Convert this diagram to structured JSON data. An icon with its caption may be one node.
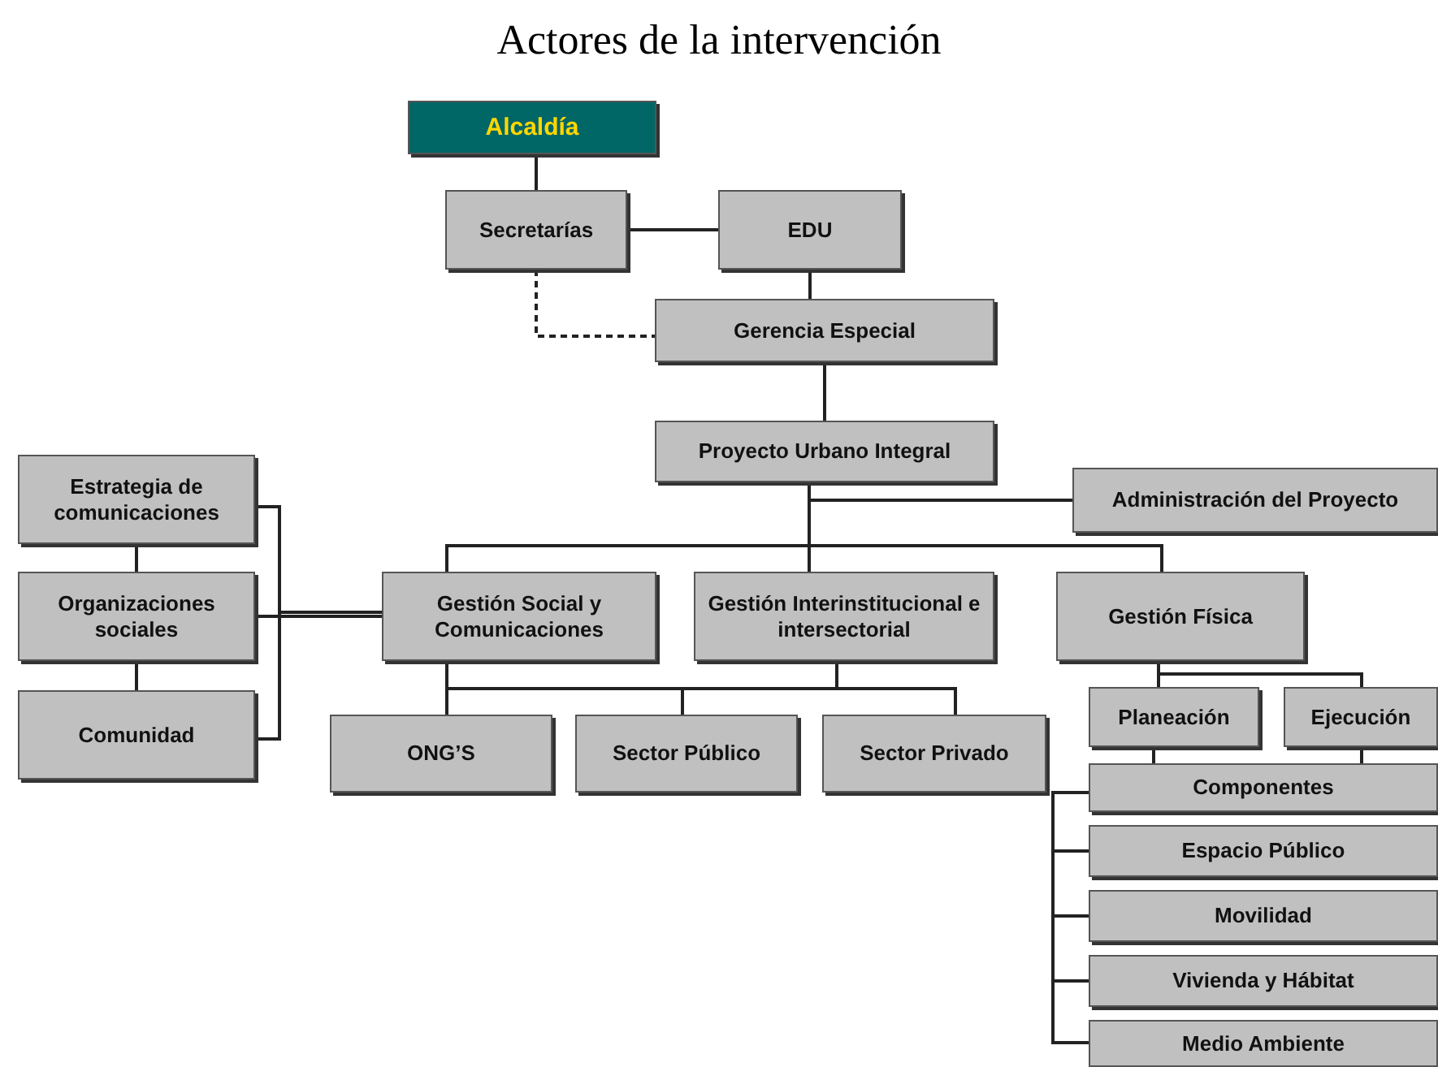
{
  "diagram": {
    "title": "Actores de la intervención",
    "nodes": [
      {
        "text": [
          "Alcaldía"
        ]
      },
      {
        "text": [
          "Secretarías"
        ]
      },
      {
        "text": [
          "EDU"
        ]
      },
      {
        "text": [
          "Gerencia Especial"
        ]
      },
      {
        "text": [
          "Proyecto Urbano Integral"
        ]
      },
      {
        "text": [
          "Administración del Proyecto"
        ]
      },
      {
        "text": [
          "Estrategia de comunicaciones"
        ]
      },
      {
        "text": [
          "Organizaciones sociales"
        ]
      },
      {
        "text": [
          "Comunidad"
        ]
      },
      {
        "text": [
          "Gestión Social y Comunicaciones"
        ]
      },
      {
        "text": [
          "Gestión Interinstitucional e intersectorial"
        ]
      },
      {
        "text": [
          "Gestión Física"
        ]
      },
      {
        "text": [
          "ONG’S"
        ]
      },
      {
        "text": [
          "Sector Público"
        ]
      },
      {
        "text": [
          "Sector Privado"
        ]
      },
      {
        "text": [
          "Planeación"
        ]
      },
      {
        "text": [
          "Ejecución"
        ]
      },
      {
        "text": [
          "Componentes"
        ]
      },
      {
        "text": [
          "Espacio Público"
        ]
      },
      {
        "text": [
          "Movilidad"
        ]
      },
      {
        "text": [
          "Vivienda y Hábitat"
        ]
      },
      {
        "text": [
          "Medio Ambiente"
        ]
      }
    ],
    "edges": [
      {
        "from": 0,
        "to": 1,
        "arrow": "none"
      },
      {
        "from": 1,
        "to": 2,
        "arrow": "none"
      },
      {
        "from": 2,
        "to": 3,
        "arrow": "none"
      },
      {
        "from": 1,
        "to": 3,
        "arrow": "none",
        "style": "dashed"
      },
      {
        "from": 3,
        "to": 4,
        "arrow": "none"
      },
      {
        "from": 4,
        "to": 5,
        "arrow": "none"
      },
      {
        "from": 4,
        "to": 9,
        "arrow": "none"
      },
      {
        "from": 4,
        "to": 10,
        "arrow": "none"
      },
      {
        "from": 4,
        "to": 11,
        "arrow": "none"
      },
      {
        "from": 6,
        "to": 9,
        "arrow": "none"
      },
      {
        "from": 7,
        "to": 9,
        "arrow": "none"
      },
      {
        "from": 8,
        "to": 9,
        "arrow": "none"
      },
      {
        "from": 6,
        "to": 7,
        "arrow": "none"
      },
      {
        "from": 7,
        "to": 8,
        "arrow": "none"
      },
      {
        "from": 9,
        "to": 12,
        "arrow": "none"
      },
      {
        "from": 9,
        "to": 13,
        "arrow": "none"
      },
      {
        "from": 10,
        "to": 13,
        "arrow": "none"
      },
      {
        "from": 10,
        "to": 14,
        "arrow": "none"
      },
      {
        "from": 11,
        "to": 15,
        "arrow": "none"
      },
      {
        "from": 11,
        "to": 16,
        "arrow": "none"
      },
      {
        "from": 15,
        "to": 17,
        "arrow": "none"
      },
      {
        "from": 16,
        "to": 17,
        "arrow": "none"
      },
      {
        "from": 17,
        "to": 18,
        "arrow": "none"
      },
      {
        "from": 17,
        "to": 19,
        "arrow": "none"
      },
      {
        "from": 17,
        "to": 20,
        "arrow": "none"
      },
      {
        "from": 17,
        "to": 21,
        "arrow": "none"
      }
    ]
  }
}
